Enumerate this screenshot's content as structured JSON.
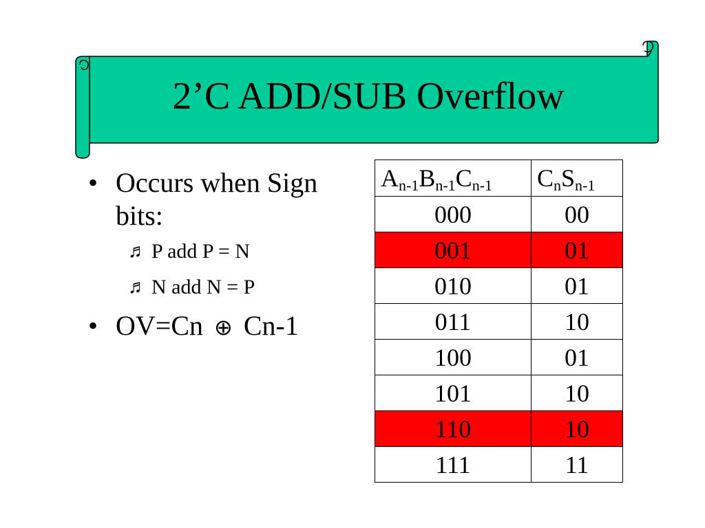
{
  "slide": {
    "title": "2’C ADD/SUB Overflow",
    "banner_color": "#00cc99",
    "highlight_color": "#ff0000",
    "bullets": {
      "occurs": {
        "marker": "•",
        "text": "Occurs when Sign bits:"
      },
      "sub1": {
        "marker": "♬",
        "text": "P add P = N"
      },
      "sub2": {
        "marker": "♬",
        "text": "N add N = P"
      },
      "ov": {
        "marker": "•",
        "before": "OV=Cn",
        "symbol": "⊕",
        "after": "Cn-1",
        "symbol_icon": "xor-icon"
      }
    },
    "table": {
      "header": {
        "col1": {
          "A": "A",
          "A_sub": "n-1",
          "B": "B",
          "B_sub": "n-1",
          "C": "C",
          "C_sub": "n-1"
        },
        "col2": {
          "C": "C",
          "C_sub": "n",
          "S": "S",
          "S_sub": "n-1"
        }
      },
      "rows": [
        {
          "abc": "000",
          "cs": "00",
          "highlight": false
        },
        {
          "abc": "001",
          "cs": "01",
          "highlight": true
        },
        {
          "abc": "010",
          "cs": "01",
          "highlight": false
        },
        {
          "abc": "011",
          "cs": "10",
          "highlight": false
        },
        {
          "abc": "100",
          "cs": "01",
          "highlight": false
        },
        {
          "abc": "101",
          "cs": "10",
          "highlight": false
        },
        {
          "abc": "110",
          "cs": "10",
          "highlight": true
        },
        {
          "abc": "111",
          "cs": "11",
          "highlight": false
        }
      ]
    }
  }
}
